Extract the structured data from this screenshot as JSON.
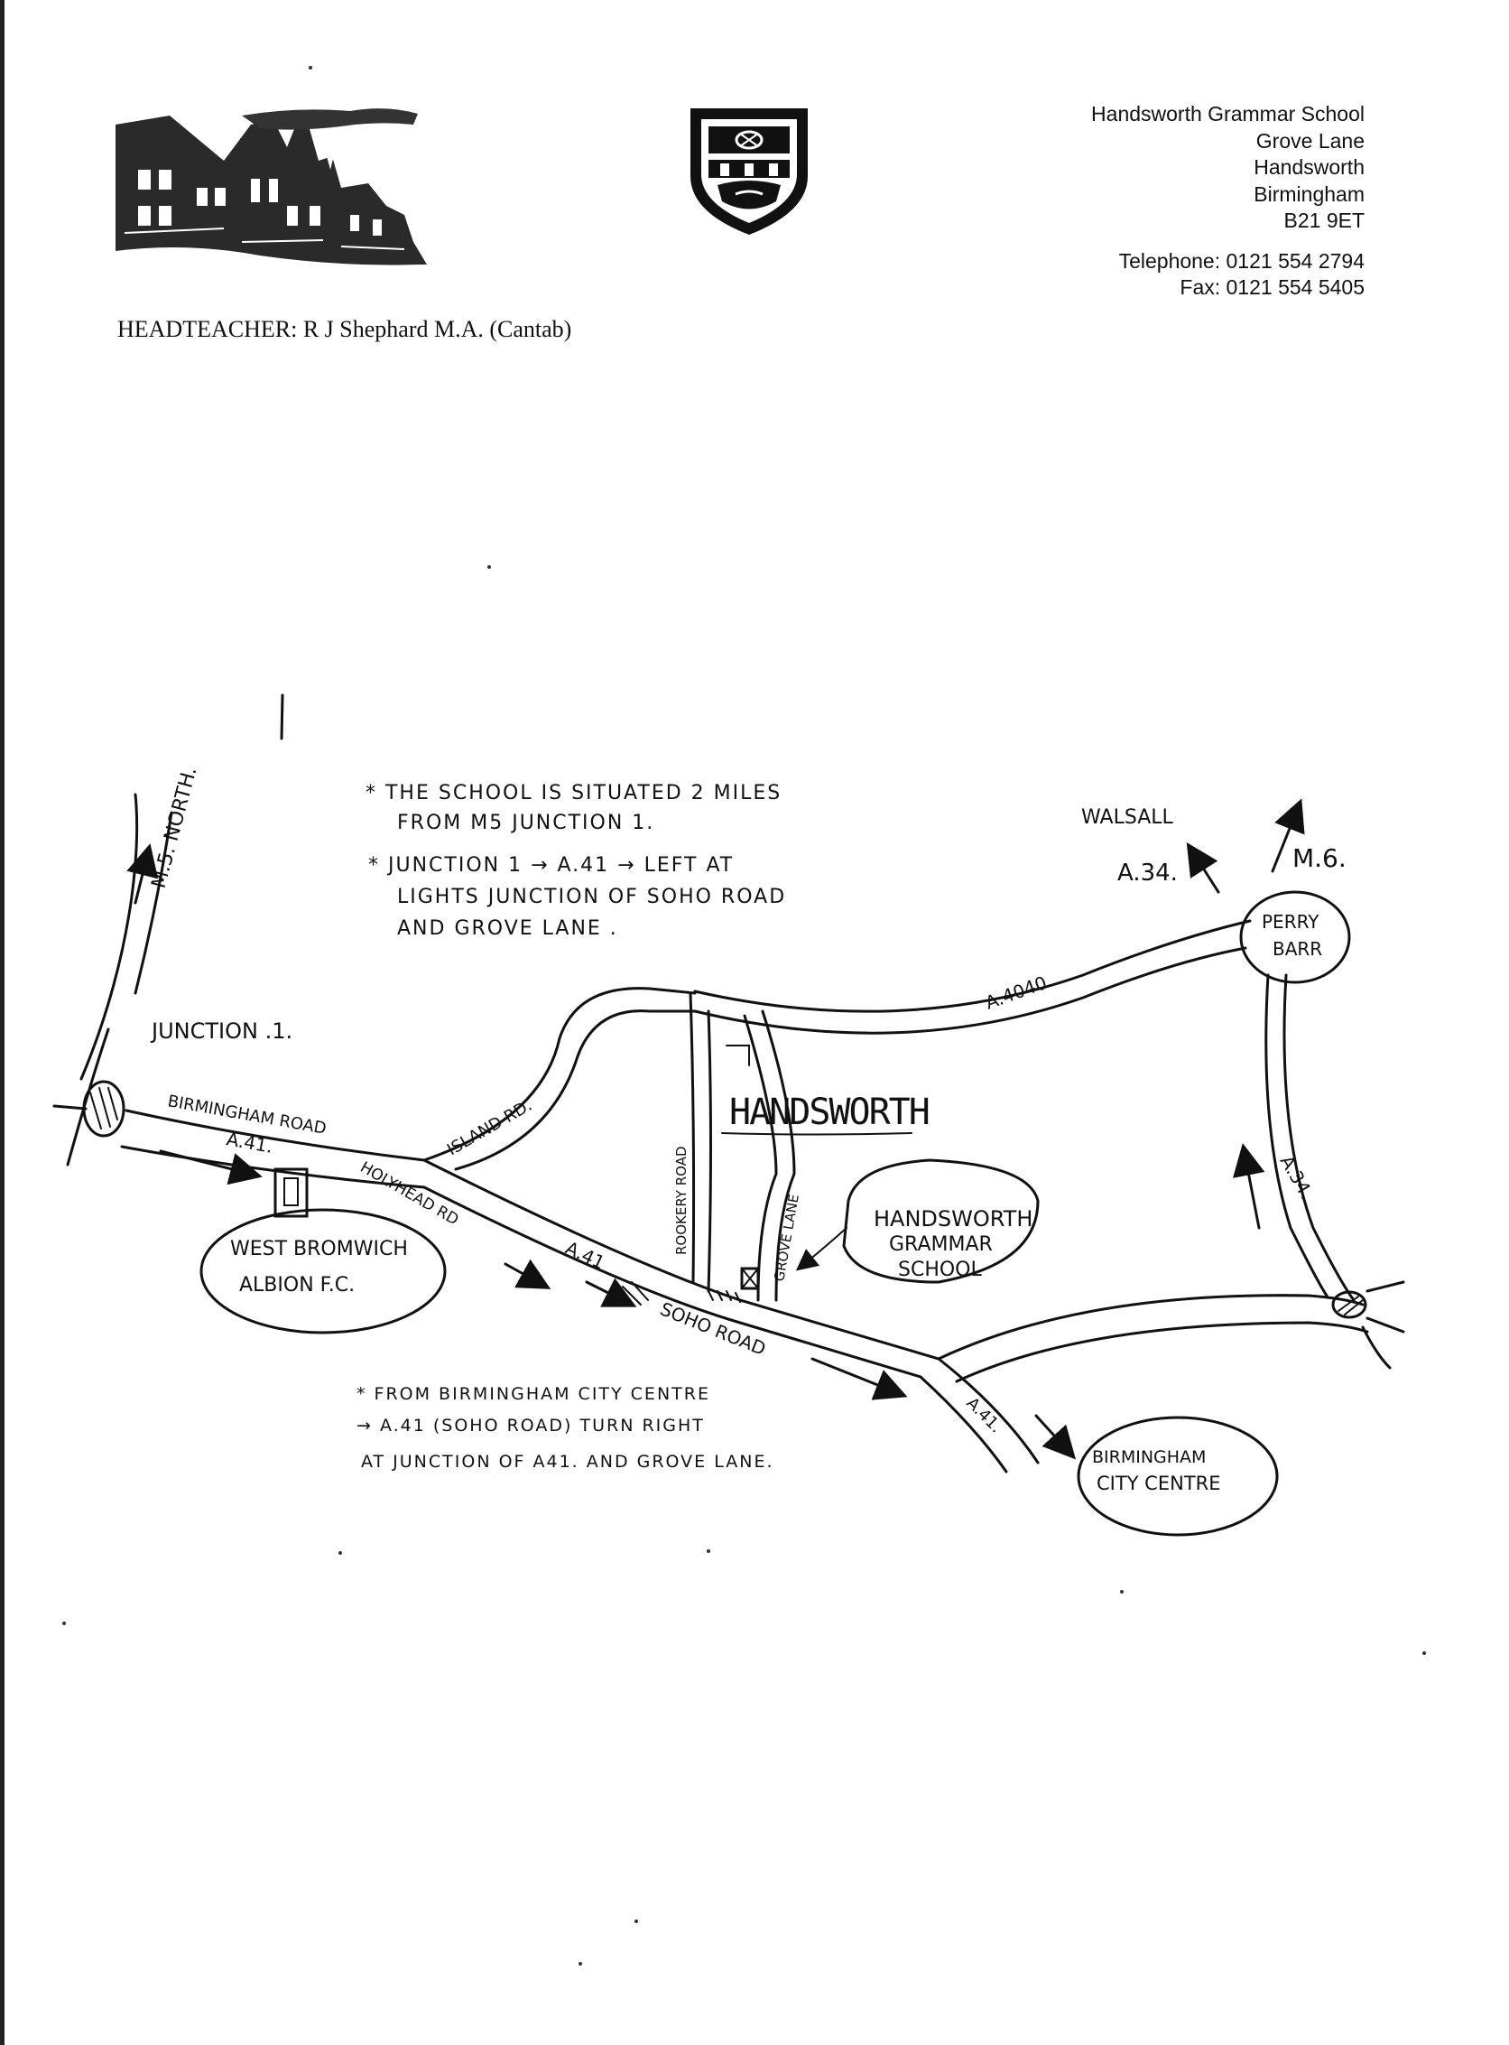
{
  "letterhead": {
    "school_name": "Handsworth Grammar School",
    "address_lines": [
      "Handsworth Grammar School",
      "Grove Lane",
      "Handsworth",
      "Birmingham",
      "B21 9ET"
    ],
    "telephone": "Telephone: 0121 554 2794",
    "fax": "Fax: 0121 554 5405",
    "headteacher": "HEADTEACHER: R J Shephard M.A. (Cantab)",
    "images": [
      "school-building-sketch",
      "school-crest-icon"
    ]
  },
  "map": {
    "notes_top": [
      "* THE SCHOOL IS SITUATED 2 MILES",
      "FROM M5 JUNCTION 1.",
      "* JUNCTION 1 → A.41 → LEFT AT",
      "LIGHTS JUNCTION OF SOHO ROAD",
      "AND GROVE LANE ."
    ],
    "notes_bottom": [
      "* FROM BIRMINGHAM CITY CENTRE",
      "→ A.41 (SOHO ROAD) TURN RIGHT",
      "AT JUNCTION OF A41. AND GROVE LANE."
    ],
    "labels": {
      "m5_north": "M.5. NORTH.",
      "junction": "JUNCTION .1.",
      "birmingham_road": "BIRMINGHAM ROAD",
      "a41_west": "A.41.",
      "holyhead_rd": "HOLYHEAD RD",
      "a41_mid": "A.41",
      "island_rd": "ISLAND RD.",
      "soho_road": "SOHO ROAD",
      "a41_east": "A.41.",
      "rookery_road": "ROOKERY ROAD",
      "grove_lane": "GROVE LANE",
      "handsworth": "HANDSWORTH",
      "a4040": "A.4040.",
      "walsall": "WALSALL",
      "a34_north": "A.34.",
      "m6": "M.6.",
      "a34_east": "A.34."
    },
    "places": {
      "west_bromwich_line1": "WEST BROMWICH",
      "west_bromwich_line2": "ALBION F.C.",
      "school_line1": "HANDSWORTH",
      "school_line2": "GRAMMAR",
      "school_line3": "SCHOOL",
      "perry_barr_line1": "PERRY",
      "perry_barr_line2": "BARR",
      "city_centre_line1": "BIRMINGHAM",
      "city_centre_line2": "CITY CENTRE"
    }
  }
}
